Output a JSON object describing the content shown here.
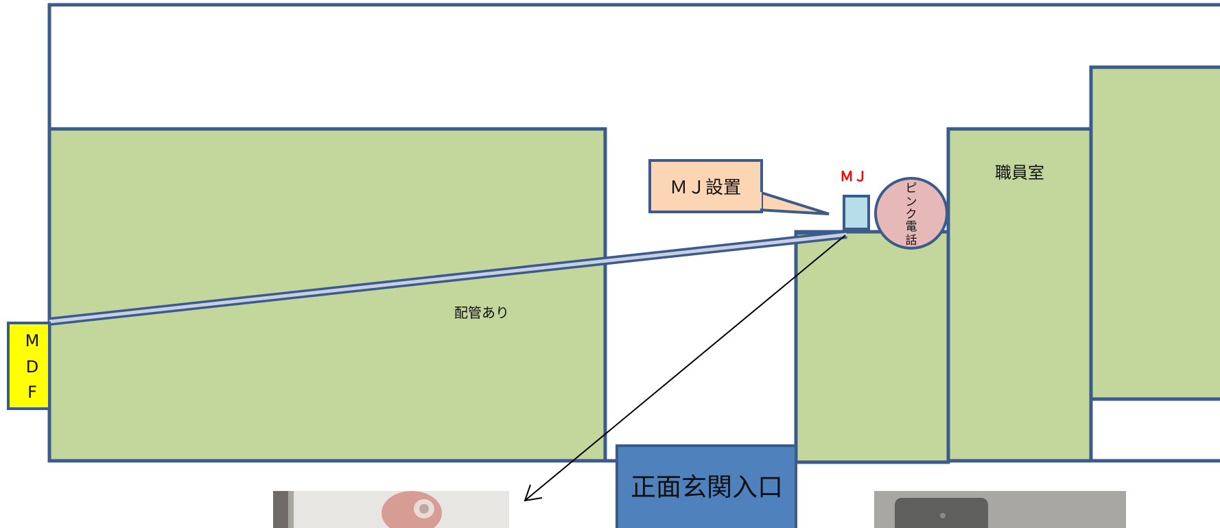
{
  "labels": {
    "mdf": [
      "M",
      "D",
      "F"
    ],
    "piping": "配管あり",
    "mj_install": "ＭＪ設置",
    "mj": "ＭＪ",
    "pink_phone": [
      "ピ",
      "ン",
      "ク",
      "電",
      "話"
    ],
    "staff_room": "職員室",
    "front_entrance": "正面玄関入口"
  },
  "colors": {
    "wall": "#3b5b8c",
    "room": "#c3d69b",
    "mdf_box": "#ffff00",
    "callout": "#fcd5b5",
    "mj_box": "#b7dde8",
    "pink_phone": "#e6b9b8",
    "entrance": "#4f81bd",
    "mj_label": "#ff0000"
  }
}
